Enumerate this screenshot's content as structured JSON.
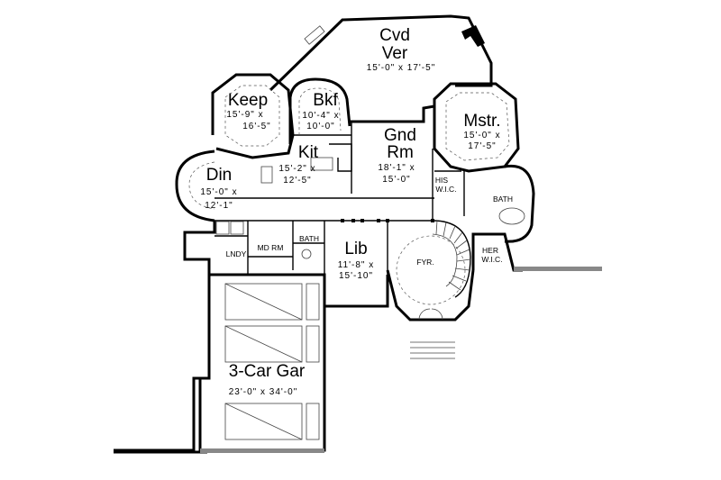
{
  "rooms": {
    "covered_veranda": {
      "name_line1": "Cvd",
      "name_line2": "Ver",
      "dims": "15'-0\" x 17'-5\""
    },
    "keeping": {
      "name": "Keep",
      "dims_line1": "15'-9\" x",
      "dims_line2": "16'-5\""
    },
    "breakfast": {
      "name": "Bkf",
      "dims_line1": "10'-4\" x",
      "dims_line2": "10'-0\""
    },
    "master": {
      "name": "Mstr.",
      "dims_line1": "15'-0\" x",
      "dims_line2": "17'-5\""
    },
    "great_room": {
      "name_line1": "Gnd",
      "name_line2": "Rm",
      "dims_line1": "18'-1\" x",
      "dims_line2": "15'-0\""
    },
    "kitchen": {
      "name": "Kit",
      "dims_line1": "15'-2\" x",
      "dims_line2": "12'-5\""
    },
    "dining": {
      "name": "Din",
      "dims_line1": "15'-0\" x",
      "dims_line2": "12'-1\""
    },
    "library": {
      "name": "Lib",
      "dims_line1": "11'-8\" x",
      "dims_line2": "15'-10\""
    },
    "garage": {
      "name": "3-Car Gar",
      "dims": "23'-0\" x 34'-0\""
    }
  },
  "labels": {
    "his_wic_line1": "HIS",
    "his_wic_line2": "W.I.C.",
    "her_wic_line1": "HER",
    "her_wic_line2": "W.I.C.",
    "master_bath": "BATH",
    "half_bath": "BATH",
    "laundry": "LNDY",
    "mud_room": "MD RM",
    "foyer": "FYR."
  }
}
